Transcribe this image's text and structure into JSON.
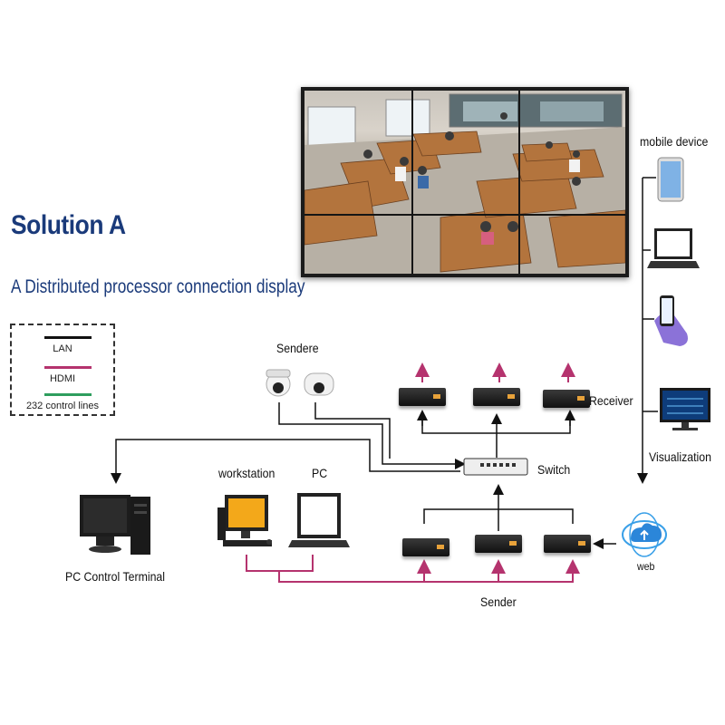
{
  "title": "Solution A",
  "subtitle": "A Distributed processor connection display",
  "legend": {
    "items": [
      {
        "label": "LAN",
        "color": "#111111"
      },
      {
        "label": "HDMI",
        "color": "#b5336e"
      },
      {
        "label": "232 control lines",
        "color": "#2e9e5e"
      }
    ]
  },
  "labels": {
    "sendere": "Sendere",
    "receiver": "Receiver",
    "switch": "Switch",
    "workstation": "workstation",
    "pc": "PC",
    "pc_control_terminal": "PC Control Terminal",
    "sender": "Sender",
    "web": "web",
    "mobile_device": "mobile device",
    "visualization": "Visualization"
  },
  "colors": {
    "lan": "#111111",
    "hdmi": "#b5336e",
    "title": "#1a3a7a"
  }
}
